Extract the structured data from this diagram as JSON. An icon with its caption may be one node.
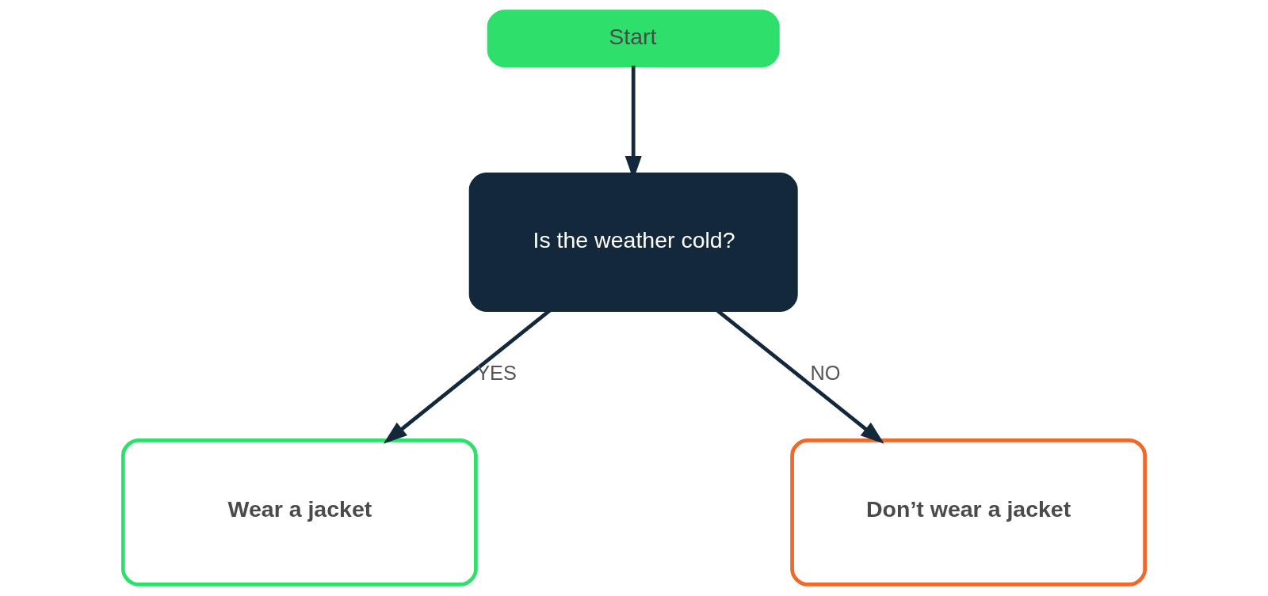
{
  "diagram": {
    "nodes": [
      {
        "text": [
          "Start"
        ]
      },
      {
        "text": [
          "Is the weather cold?"
        ]
      },
      {
        "text": [
          "Wear a jacket"
        ]
      },
      {
        "text": [
          "Don’t wear a jacket"
        ]
      }
    ],
    "edges": [
      {
        "from": 0,
        "to": 1,
        "arrow": "to"
      },
      {
        "from": 1,
        "to": 2,
        "arrow": "to",
        "label": "YES"
      },
      {
        "from": 1,
        "to": 3,
        "arrow": "to",
        "label": "NO"
      }
    ]
  }
}
